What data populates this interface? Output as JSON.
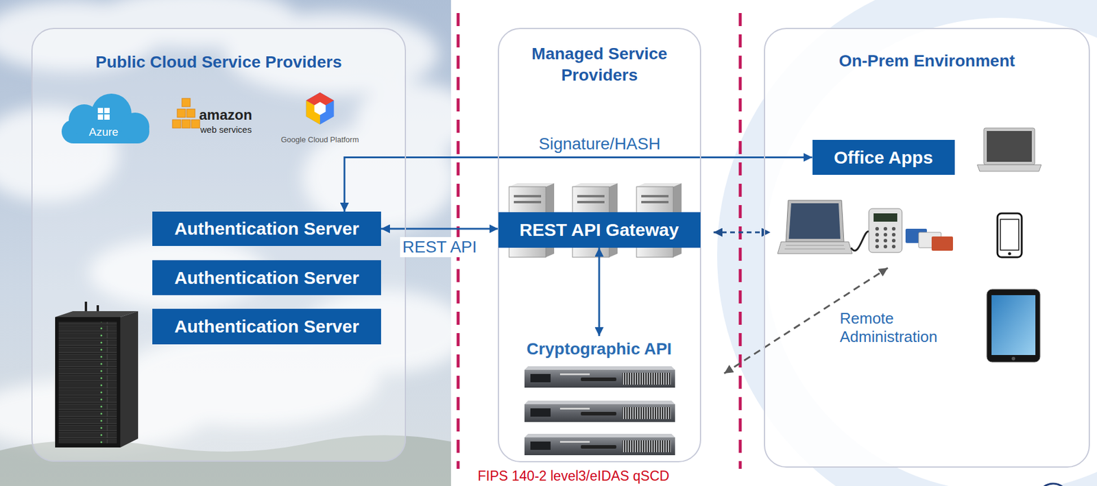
{
  "diagram": {
    "nodes": [
      {
        "text": [
          "Public Cloud Service Providers"
        ]
      },
      {
        "text": [
          "Authentication Server"
        ],
        "in": 0
      },
      {
        "text": [
          "Authentication Server"
        ],
        "in": 0
      },
      {
        "text": [
          "Authentication Server"
        ],
        "in": 0
      },
      {
        "text": [
          "Managed Service Providers"
        ]
      },
      {
        "text": [
          "REST API Gateway"
        ],
        "in": 4
      },
      {
        "text": [
          "Cryptographic API"
        ],
        "in": 4
      },
      {
        "text": [
          "On-Prem Environment"
        ]
      },
      {
        "text": [
          "Office Apps"
        ],
        "in": 7
      }
    ],
    "edges": [
      {
        "from": 1,
        "to": 8,
        "arrow": "both",
        "label": "Signature/HASH"
      },
      {
        "from": 1,
        "to": 5,
        "arrow": "both",
        "label": "REST API"
      },
      {
        "from": 5,
        "to": 6,
        "arrow": "both"
      }
    ],
    "labels": [
      "Azure",
      "amazon",
      "web services",
      "Google Cloud Platform",
      "Remote Administration",
      "FIPS 140-2 level3/eIDAS qSCD"
    ]
  }
}
